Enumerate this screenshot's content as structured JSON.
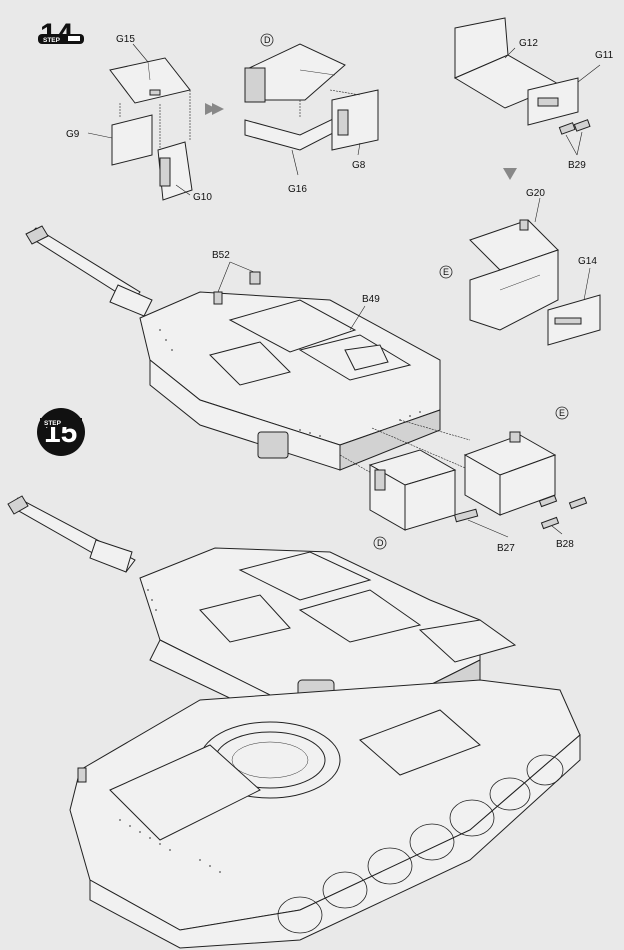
{
  "steps": [
    {
      "number": "14",
      "word": "STEP"
    },
    {
      "number": "15",
      "word": "STEP"
    }
  ],
  "labels": {
    "g15": "G15",
    "g9": "G9",
    "g10": "G10",
    "g16": "G16",
    "g8": "G8",
    "g12": "G12",
    "g11": "G11",
    "b29": "B29",
    "g20": "G20",
    "g14": "G14",
    "b52": "B52",
    "b49": "B49",
    "b27": "B27",
    "b28": "B28"
  },
  "circled": {
    "d_top": "D",
    "e_mid": "E",
    "e_low": "E",
    "d_low": "D"
  }
}
